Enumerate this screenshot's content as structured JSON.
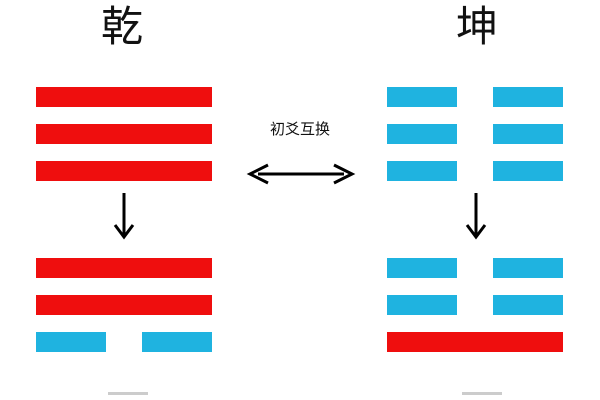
{
  "titles": {
    "left": "乾",
    "right": "坤"
  },
  "swap_label": "初爻互换",
  "colors": {
    "yang_line": "#ef0e0e",
    "yin_line": "#1fb3e0",
    "text": "#111111",
    "arrow": "#000000"
  },
  "trigrams": {
    "qian_before": {
      "lines_top_to_bottom": [
        "yang",
        "yang",
        "yang"
      ]
    },
    "kun_before": {
      "lines_top_to_bottom": [
        "yin",
        "yin",
        "yin"
      ]
    },
    "qian_after": {
      "lines_top_to_bottom": [
        "yang",
        "yang",
        "yin"
      ]
    },
    "kun_after": {
      "lines_top_to_bottom": [
        "yin",
        "yin",
        "yang"
      ]
    }
  }
}
